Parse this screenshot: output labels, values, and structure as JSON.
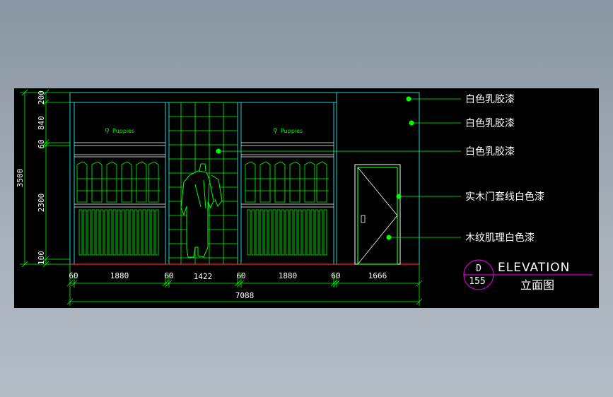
{
  "drawing": {
    "brand_label": "Puppies",
    "callouts": [
      "白色乳胶漆",
      "白色乳胶漆",
      "白色乳胶漆",
      "实木门套线白色漆",
      "木纹肌理白色漆"
    ],
    "vertical_dimensions": [
      "200",
      "840",
      "60",
      "2300",
      "100",
      "3500"
    ],
    "horizontal_dimensions": [
      "60",
      "1880",
      "60",
      "1422",
      "60",
      "1880",
      "60",
      "1666"
    ],
    "overall_dimension": "7088",
    "title_block": {
      "sheet_letter": "D",
      "sheet_number": "155",
      "title_en": "ELEVATION",
      "title_cn": "立面图"
    }
  },
  "colors": {
    "background": "#000000",
    "outline": "#1fd3d3",
    "hatch": "#00ff00",
    "text": "#ffffff",
    "title_line": "#d000d0",
    "floor_line": "#ff2020"
  }
}
